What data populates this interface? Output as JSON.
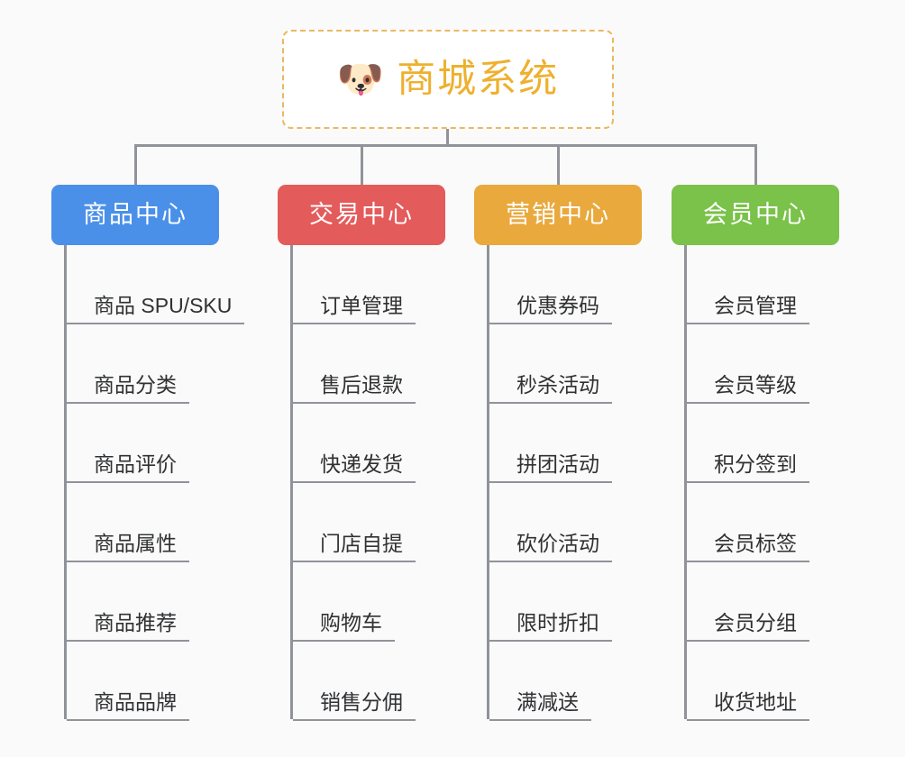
{
  "diagram": {
    "title": "商城系统",
    "background_color": "#fafafa",
    "line_color": "#909399"
  },
  "root": {
    "icon": "shiba-dog-emoji",
    "icon_glyph": "🐶",
    "label": "商城系统",
    "text_color": "#eeb02e",
    "border_color": "#eab861",
    "background_color": "#ffffff"
  },
  "categories": [
    {
      "label": "商品中心",
      "color": "#4a90e8",
      "leaves": [
        {
          "label": "商品 SPU/SKU"
        },
        {
          "label": "商品分类"
        },
        {
          "label": "商品评价"
        },
        {
          "label": "商品属性"
        },
        {
          "label": "商品推荐"
        },
        {
          "label": "商品品牌"
        }
      ]
    },
    {
      "label": "交易中心",
      "color": "#e35b5b",
      "leaves": [
        {
          "label": "订单管理"
        },
        {
          "label": "售后退款"
        },
        {
          "label": "快递发货"
        },
        {
          "label": "门店自提"
        },
        {
          "label": "购物车"
        },
        {
          "label": "销售分佣"
        }
      ]
    },
    {
      "label": "营销中心",
      "color": "#e9a93d",
      "leaves": [
        {
          "label": "优惠券码"
        },
        {
          "label": "秒杀活动"
        },
        {
          "label": "拼团活动"
        },
        {
          "label": "砍价活动"
        },
        {
          "label": "限时折扣"
        },
        {
          "label": "满减送"
        }
      ]
    },
    {
      "label": "会员中心",
      "color": "#7ac24a",
      "leaves": [
        {
          "label": "会员管理"
        },
        {
          "label": "会员等级"
        },
        {
          "label": "积分签到"
        },
        {
          "label": "会员标签"
        },
        {
          "label": "会员分组"
        },
        {
          "label": "收货地址"
        }
      ]
    }
  ]
}
